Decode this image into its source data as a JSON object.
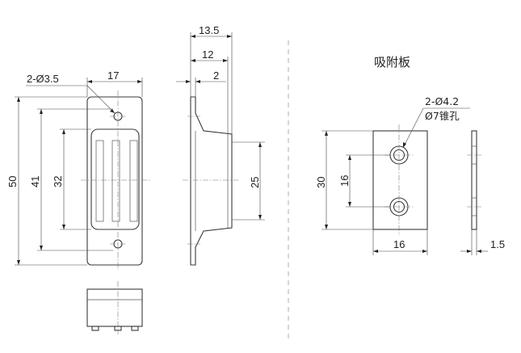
{
  "title": "吸附板",
  "labels": {
    "hole_spec_a": "2-Ø3.5",
    "width_17": "17",
    "height_50": "50",
    "height_41": "41",
    "height_32": "32",
    "depth_13_5": "13.5",
    "depth_12": "12",
    "flange_2": "2",
    "height_25": "25",
    "hole_spec_b": "2-Ø4.2",
    "countersink_b": "Ø7锥孔",
    "height_30": "30",
    "pitch_16_v": "16",
    "width_16": "16",
    "thickness_1_5": "1.5"
  }
}
